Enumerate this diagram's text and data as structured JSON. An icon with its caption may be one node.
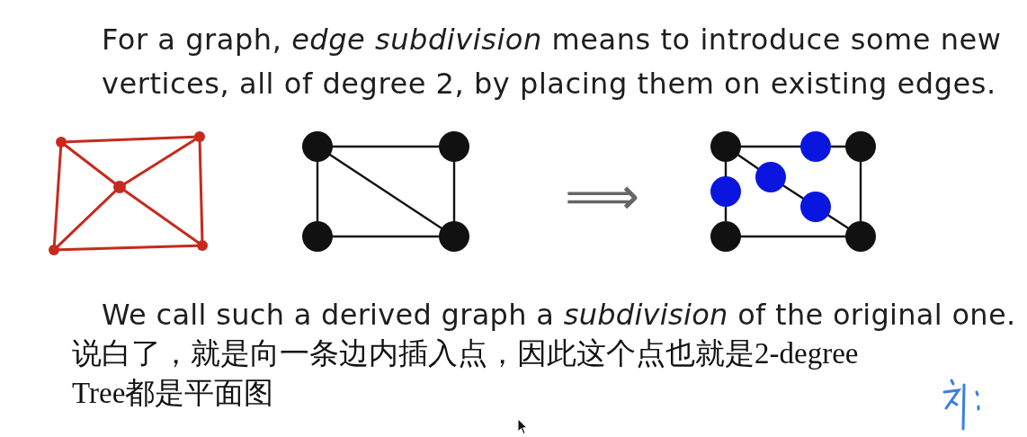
{
  "diagram": {
    "nodes": [
      {
        "text": [],
        "shape": "circle"
      },
      {
        "text": [],
        "shape": "circle"
      },
      {
        "text": [],
        "shape": "circle"
      },
      {
        "text": [],
        "shape": "circle"
      },
      {
        "text": [],
        "shape": "circle"
      },
      {
        "text": [],
        "shape": "circle"
      },
      {
        "text": [],
        "shape": "circle"
      },
      {
        "text": [],
        "shape": "circle"
      },
      {
        "text": [],
        "shape": "circle"
      },
      {
        "text": [],
        "shape": "circle"
      },
      {
        "text": [],
        "shape": "circle"
      },
      {
        "text": [],
        "shape": "circle"
      },
      {
        "text": [],
        "shape": "circle"
      },
      {
        "text": [],
        "shape": "circle"
      },
      {
        "text": [],
        "shape": "circle"
      },
      {
        "text": [],
        "shape": "circle"
      },
      {
        "text": [],
        "shape": "circle"
      }
    ],
    "edges": [
      {
        "from": 0,
        "to": 1,
        "arrow": "none",
        "color": "#c62a1f"
      },
      {
        "from": 0,
        "to": 3,
        "arrow": "none",
        "color": "#c62a1f"
      },
      {
        "from": 1,
        "to": 4,
        "arrow": "none",
        "color": "#c62a1f"
      },
      {
        "from": 3,
        "to": 4,
        "arrow": "none",
        "color": "#c62a1f"
      },
      {
        "from": 0,
        "to": 2,
        "arrow": "none",
        "color": "#c62a1f"
      },
      {
        "from": 2,
        "to": 4,
        "arrow": "none",
        "color": "#c62a1f"
      },
      {
        "from": 1,
        "to": 2,
        "arrow": "none",
        "color": "#c62a1f"
      },
      {
        "from": 2,
        "to": 3,
        "arrow": "none",
        "color": "#c62a1f"
      },
      {
        "from": 5,
        "to": 6,
        "arrow": "none"
      },
      {
        "from": 5,
        "to": 7,
        "arrow": "none"
      },
      {
        "from": 6,
        "to": 8,
        "arrow": "none"
      },
      {
        "from": 7,
        "to": 8,
        "arrow": "none"
      },
      {
        "from": 5,
        "to": 8,
        "arrow": "none"
      },
      {
        "from": 9,
        "to": 10,
        "arrow": "none"
      },
      {
        "from": 10,
        "to": 11,
        "arrow": "none"
      },
      {
        "from": 9,
        "to": 13,
        "arrow": "none"
      },
      {
        "from": 13,
        "to": 15,
        "arrow": "none"
      },
      {
        "from": 9,
        "to": 12,
        "arrow": "none"
      },
      {
        "from": 12,
        "to": 14,
        "arrow": "none"
      },
      {
        "from": 14,
        "to": 16,
        "arrow": "none"
      },
      {
        "from": 11,
        "to": 16,
        "arrow": "none"
      },
      {
        "from": 15,
        "to": 16,
        "arrow": "none"
      }
    ],
    "labels": [
      "For a graph, *edge subdivision* means to introduce some new vertices, all of degree 2, by placing them on existing edges.",
      "⟹",
      "We call such a derived graph a *subdivision* of the original one.",
      "说白了，就是向一条边内插入点，因此这个点也就是2-degree",
      "Tree都是平面图"
    ]
  }
}
